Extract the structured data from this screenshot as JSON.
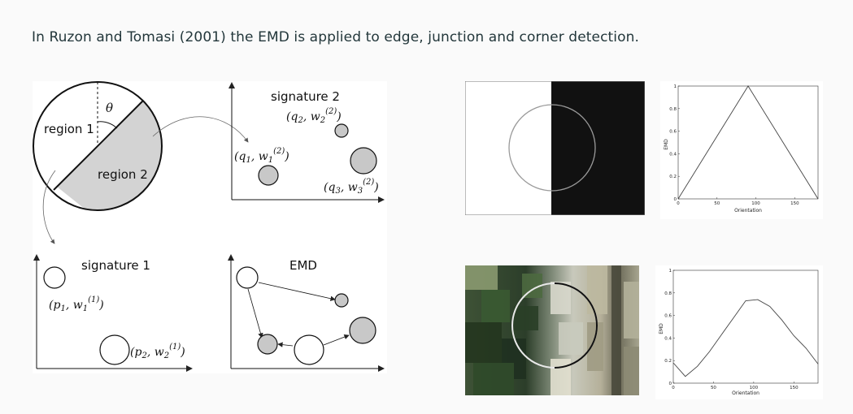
{
  "heading": "In Ruzon and Tomasi (2001) the EMD is applied to edge, junction and corner detection.",
  "diagram": {
    "theta": "θ",
    "region1": "region 1",
    "region2": "region 2",
    "signature2_title": "signature 2",
    "signature1_title": "signature 1",
    "emd_title": "EMD",
    "q1": "(q1, w1(2))",
    "q2": "(q2, w2(2))",
    "q3": "(q3, w3(2))",
    "p1": "(p1, w1(1))",
    "p2": "(p2, w2(1))"
  },
  "plot1": {
    "ylabel": "EMD",
    "xlabel": "Orientation",
    "yticks": [
      "0",
      "0.2",
      "0.4",
      "0.6",
      "0.8",
      "1"
    ],
    "xticks": [
      "0",
      "50",
      "100",
      "150"
    ]
  },
  "plot2": {
    "ylabel": "EMD",
    "xlabel": "Orientation",
    "yticks": [
      "0",
      "0.2",
      "0.4",
      "0.6",
      "0.8",
      "1"
    ],
    "xticks": [
      "0",
      "50",
      "100",
      "150"
    ]
  },
  "chart_data": [
    {
      "type": "line",
      "xlabel": "Orientation",
      "ylabel": "EMD",
      "xlim": [
        0,
        180
      ],
      "ylim": [
        0,
        1
      ],
      "x": [
        0,
        90,
        180
      ],
      "series": [
        {
          "values": [
            0.0,
            1.0,
            0.0
          ]
        }
      ]
    },
    {
      "type": "line",
      "xlabel": "Orientation",
      "ylabel": "EMD",
      "xlim": [
        0,
        180
      ],
      "ylim": [
        0,
        1
      ],
      "x": [
        0,
        15,
        30,
        45,
        60,
        75,
        90,
        105,
        120,
        135,
        150,
        165,
        180
      ],
      "series": [
        {
          "values": [
            0.18,
            0.06,
            0.15,
            0.28,
            0.43,
            0.58,
            0.73,
            0.74,
            0.68,
            0.56,
            0.42,
            0.31,
            0.17
          ]
        }
      ]
    }
  ]
}
